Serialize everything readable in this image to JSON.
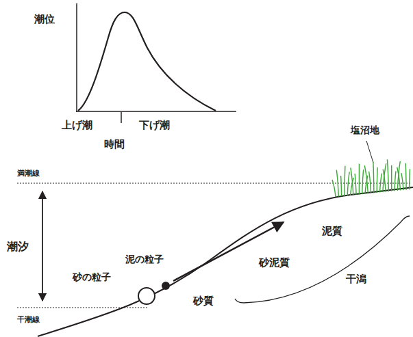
{
  "diagram": {
    "labels": [
      "潮位",
      "上げ潮",
      "下げ潮",
      "時間",
      "塩沼地",
      "満潮線",
      "潮汐",
      "泥の粒子",
      "砂の粒子",
      "泥質",
      "砂泥質",
      "干潟",
      "砂質",
      "干潮線"
    ]
  }
}
